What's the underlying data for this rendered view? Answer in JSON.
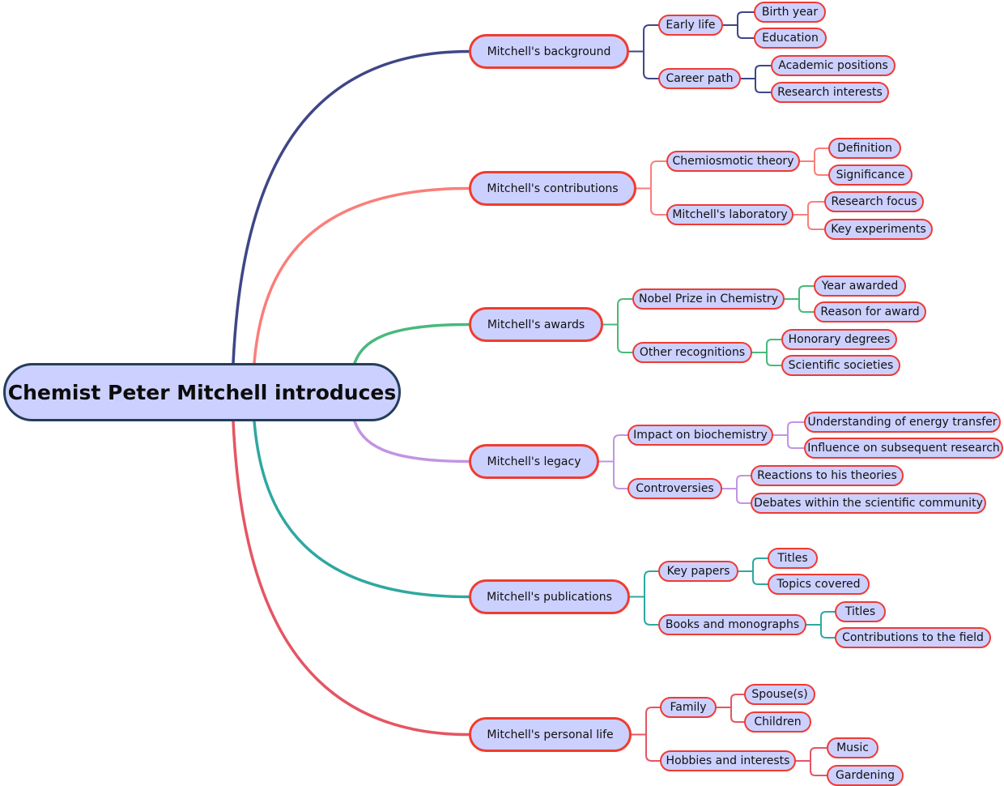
{
  "root": {
    "label": "Chemist Peter Mitchell introduces",
    "border_color": "#243e5c",
    "fill_color": "#ccd0fe"
  },
  "node_border_color": "#ef3a34",
  "branches": [
    {
      "label": "Mitchell's background",
      "color": "#3f4687",
      "children": [
        {
          "label": "Early life",
          "children": [
            "Birth year",
            "Education"
          ]
        },
        {
          "label": "Career path",
          "children": [
            "Academic positions",
            "Research interests"
          ]
        }
      ]
    },
    {
      "label": "Mitchell's contributions",
      "color": "#fa7e7a",
      "children": [
        {
          "label": "Chemiosmotic theory",
          "children": [
            "Definition",
            "Significance"
          ]
        },
        {
          "label": "Mitchell's laboratory",
          "children": [
            "Research focus",
            "Key experiments"
          ]
        }
      ]
    },
    {
      "label": "Mitchell's awards",
      "color": "#48b97c",
      "children": [
        {
          "label": "Nobel Prize in Chemistry",
          "children": [
            "Year awarded",
            "Reason for award"
          ]
        },
        {
          "label": "Other recognitions",
          "children": [
            "Honorary degrees",
            "Scientific societies"
          ]
        }
      ]
    },
    {
      "label": "Mitchell's legacy",
      "color": "#c294e2",
      "children": [
        {
          "label": "Impact on biochemistry",
          "children": [
            "Understanding of energy transfer",
            "Influence on subsequent research"
          ]
        },
        {
          "label": "Controversies",
          "children": [
            "Reactions to his theories",
            "Debates within the scientific community"
          ]
        }
      ]
    },
    {
      "label": "Mitchell's publications",
      "color": "#2ea8a0",
      "children": [
        {
          "label": "Key papers",
          "children": [
            "Titles",
            "Topics covered"
          ]
        },
        {
          "label": "Books and monographs",
          "children": [
            "Titles",
            "Contributions to the field"
          ]
        }
      ]
    },
    {
      "label": "Mitchell's personal life",
      "color": "#e55563",
      "children": [
        {
          "label": "Family",
          "children": [
            "Spouse(s)",
            "Children"
          ]
        },
        {
          "label": "Hobbies and interests",
          "children": [
            "Music",
            "Gardening"
          ]
        }
      ]
    }
  ]
}
